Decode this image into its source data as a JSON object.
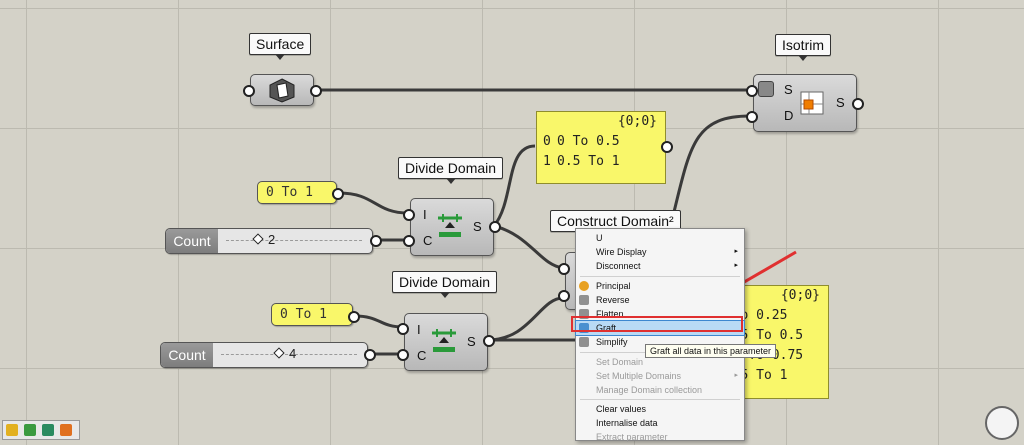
{
  "components": {
    "surface": {
      "label": "Surface"
    },
    "isotrim": {
      "label": "Isotrim",
      "inputs": [
        "S",
        "D"
      ],
      "output": "S"
    },
    "divide1": {
      "label": "Divide Domain",
      "inputs": [
        "I",
        "C"
      ],
      "output": "S"
    },
    "divide2": {
      "label": "Divide Domain",
      "inputs": [
        "I",
        "C"
      ],
      "output": "S"
    },
    "construct": {
      "label": "Construct Domain²"
    }
  },
  "panels": {
    "top": {
      "header": "{0;0}",
      "rows": [
        {
          "index": "0",
          "value": "0 To 0.5"
        },
        {
          "index": "1",
          "value": "0.5 To 1"
        }
      ]
    },
    "right": {
      "header": "{0;0}",
      "rows": [
        {
          "value": "0 To 0.25"
        },
        {
          "value": "0.25 To 0.5"
        },
        {
          "value": "0.5 To 0.75"
        },
        {
          "value": "0.75 To 1"
        }
      ]
    }
  },
  "domain_inputs": {
    "a": "0 To 1",
    "b": "0 To 1"
  },
  "sliders": {
    "a": {
      "name": "Count",
      "value": "2"
    },
    "b": {
      "name": "Count",
      "value": "4"
    }
  },
  "context_menu": {
    "items": [
      {
        "label": "U",
        "enabled": true
      },
      {
        "label": "Wire Display",
        "enabled": true,
        "submenu": "▸"
      },
      {
        "label": "Disconnect",
        "enabled": true,
        "submenu": "▸"
      },
      {
        "label": "Principal",
        "enabled": true,
        "icon": "principal-icon",
        "color": "#e8a020"
      },
      {
        "label": "Reverse",
        "enabled": true,
        "icon": "reverse-icon",
        "color": "#909090"
      },
      {
        "label": "Flatten",
        "enabled": true,
        "icon": "flatten-icon",
        "color": "#909090"
      },
      {
        "label": "Graft",
        "enabled": true,
        "icon": "graft-icon",
        "color": "#4a90d0",
        "selected": true
      },
      {
        "label": "Simplify",
        "enabled": true,
        "icon": "simplify-icon",
        "color": "#909090"
      },
      {
        "label": "Set Domain",
        "enabled": false
      },
      {
        "label": "Set Multiple Domains",
        "enabled": false,
        "submenu": "▸"
      },
      {
        "label": "Manage Domain collection",
        "enabled": false
      },
      {
        "label": "Clear values",
        "enabled": true
      },
      {
        "label": "Internalise data",
        "enabled": true
      },
      {
        "label": "Extract parameter",
        "enabled": false
      }
    ],
    "tooltip": "Graft all data in this parameter"
  },
  "colors": {
    "panel": "#f9f76a",
    "highlight": "#e03030",
    "arrow": "#e03030"
  }
}
